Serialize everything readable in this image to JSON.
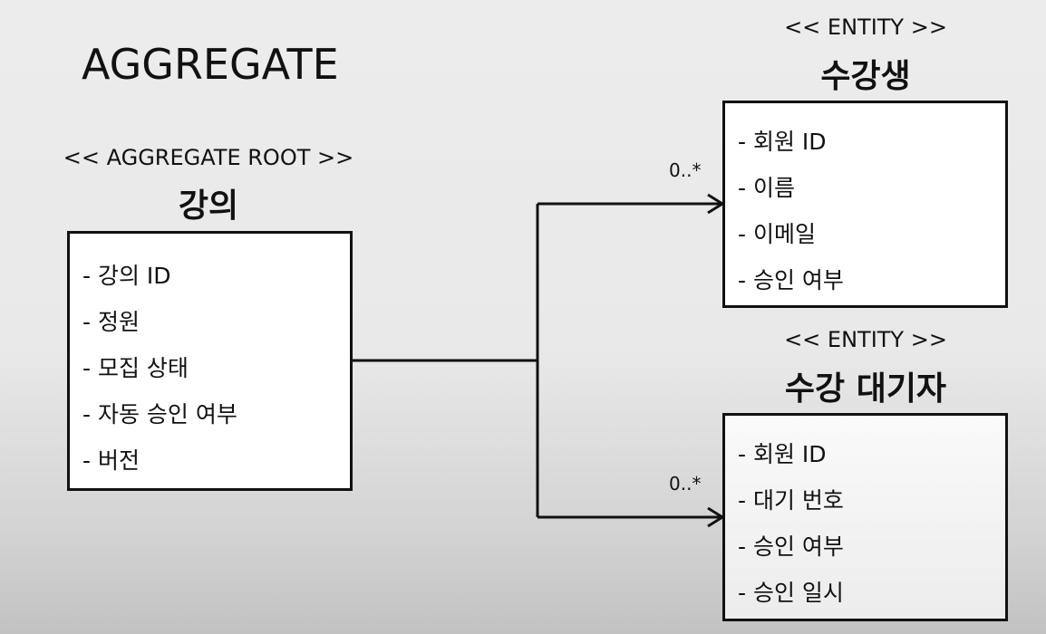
{
  "title": "AGGREGATE",
  "root": {
    "stereotype": "<< AGGREGATE ROOT >>",
    "name": "강의",
    "attributes": [
      "- 강의 ID",
      "- 정원",
      "- 모집 상태",
      "- 자동 승인 여부",
      "- 버전"
    ]
  },
  "entities": [
    {
      "stereotype": "<< ENTITY >>",
      "name": "수강생",
      "attributes": [
        "- 회원 ID",
        "- 이름",
        "- 이메일",
        "- 승인 여부"
      ],
      "multiplicity": "0..*"
    },
    {
      "stereotype": "<< ENTITY >>",
      "name": "수강 대기자",
      "attributes": [
        "- 회원 ID",
        "- 대기 번호",
        "- 승인 여부",
        "- 승인 일시"
      ],
      "multiplicity": "0..*"
    }
  ]
}
